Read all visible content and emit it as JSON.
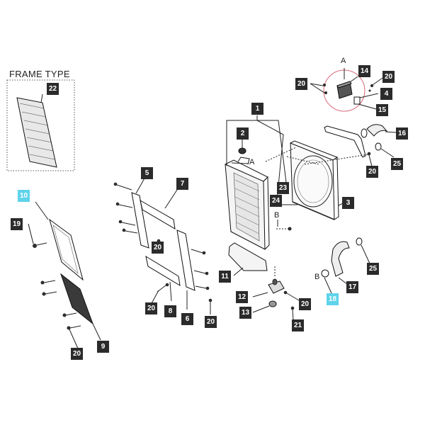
{
  "frame_type_title": "FRAME TYPE",
  "letters": {
    "a_top": "A",
    "a_mid": "A",
    "b_mid": "B",
    "b_low": "B"
  },
  "callouts": [
    {
      "id": "c22",
      "text": "22",
      "highlight": false
    },
    {
      "id": "c14",
      "text": "14",
      "highlight": false
    },
    {
      "id": "c20a",
      "text": "20",
      "highlight": false
    },
    {
      "id": "c20b",
      "text": "20",
      "highlight": false
    },
    {
      "id": "c4",
      "text": "4",
      "highlight": false
    },
    {
      "id": "c15",
      "text": "15",
      "highlight": false
    },
    {
      "id": "c1",
      "text": "1",
      "highlight": false
    },
    {
      "id": "c2",
      "text": "2",
      "highlight": false
    },
    {
      "id": "c16",
      "text": "16",
      "highlight": false
    },
    {
      "id": "c25a",
      "text": "25",
      "highlight": false
    },
    {
      "id": "c20c",
      "text": "20",
      "highlight": false
    },
    {
      "id": "c5",
      "text": "5",
      "highlight": false
    },
    {
      "id": "c7",
      "text": "7",
      "highlight": false
    },
    {
      "id": "c23",
      "text": "23",
      "highlight": false
    },
    {
      "id": "c24",
      "text": "24",
      "highlight": false
    },
    {
      "id": "c3",
      "text": "3",
      "highlight": false
    },
    {
      "id": "c10",
      "text": "10",
      "highlight": true
    },
    {
      "id": "c19",
      "text": "19",
      "highlight": false
    },
    {
      "id": "c20d",
      "text": "20",
      "highlight": false
    },
    {
      "id": "c11",
      "text": "11",
      "highlight": false
    },
    {
      "id": "c25b",
      "text": "25",
      "highlight": false
    },
    {
      "id": "c17",
      "text": "17",
      "highlight": false
    },
    {
      "id": "c18",
      "text": "18",
      "highlight": true
    },
    {
      "id": "c12",
      "text": "12",
      "highlight": false
    },
    {
      "id": "c20e",
      "text": "20",
      "highlight": false
    },
    {
      "id": "c13",
      "text": "13",
      "highlight": false
    },
    {
      "id": "c8",
      "text": "8",
      "highlight": false
    },
    {
      "id": "c6",
      "text": "6",
      "highlight": false
    },
    {
      "id": "c20f",
      "text": "20",
      "highlight": false
    },
    {
      "id": "c20g",
      "text": "20",
      "highlight": false
    },
    {
      "id": "c21",
      "text": "21",
      "highlight": false
    },
    {
      "id": "c9",
      "text": "9",
      "highlight": false
    },
    {
      "id": "c20h",
      "text": "20",
      "highlight": false
    }
  ],
  "colors": {
    "label_bg": "#2b2b2b",
    "label_highlight": "#5fd3ea",
    "circle_mark": "#d86a7a",
    "line": "#222222"
  }
}
